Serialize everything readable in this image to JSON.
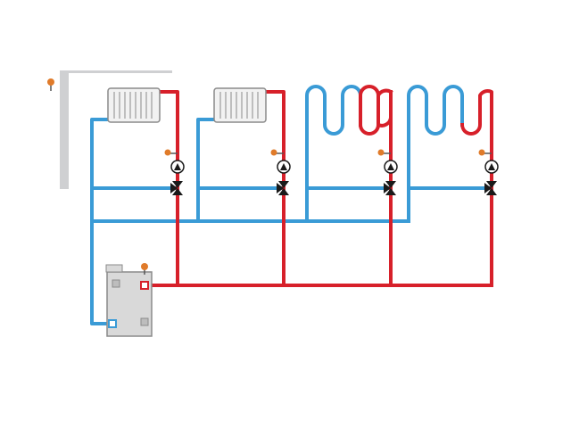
{
  "diagram": {
    "colors": {
      "supply": "#d7202a",
      "return": "#3a9bd6",
      "wall": "#cfd0d2",
      "sensor": "#e07b2a",
      "equipment": "#e5e5e5",
      "outline": "#8a8a8a",
      "valve": "#1a1a1a"
    },
    "components": {
      "outdoor_sensor": "outdoor-temperature-sensor",
      "boiler": "boiler",
      "circuits": [
        {
          "id": "circuit-1",
          "emitter": "radiator"
        },
        {
          "id": "circuit-2",
          "emitter": "radiator"
        },
        {
          "id": "circuit-3",
          "emitter": "underfloor-heating-coil"
        },
        {
          "id": "circuit-4",
          "emitter": "underfloor-heating-coil"
        }
      ],
      "per_circuit": [
        "temperature-sensor",
        "circulation-pump",
        "three-way-mixing-valve"
      ]
    }
  }
}
